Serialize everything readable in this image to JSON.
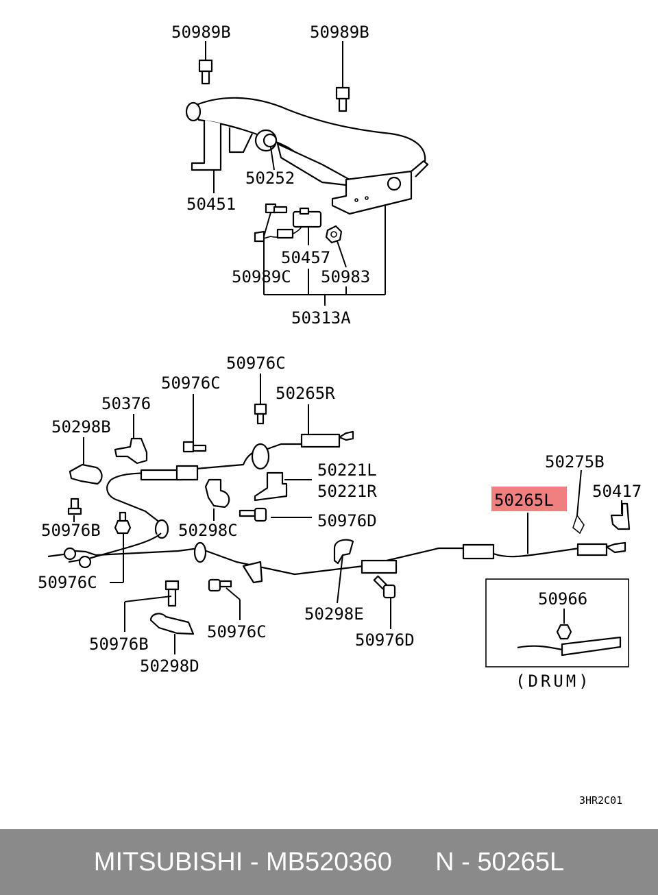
{
  "labels": {
    "l_50989b_1": "50989B",
    "l_50989b_2": "50989B",
    "l_50252": "50252",
    "l_50451": "50451",
    "l_50457": "50457",
    "l_50989c": "50989C",
    "l_50983": "50983",
    "l_50313a": "50313A",
    "l_50976c_1": "50976C",
    "l_50976c_2": "50976C",
    "l_50376": "50376",
    "l_50265r": "50265R",
    "l_50298b": "50298B",
    "l_50221l": "50221L",
    "l_50221r": "50221R",
    "l_50275b": "50275B",
    "l_50417": "50417",
    "l_50265l": "50265L",
    "l_50976b_1": "50976B",
    "l_50298c": "50298C",
    "l_50976d_1": "50976D",
    "l_50976c_3": "50976C",
    "l_50966": "50966",
    "l_50298e": "50298E",
    "l_50976d_2": "50976D",
    "l_50976b_2": "50976B",
    "l_50976c_4": "50976C",
    "l_50298d": "50298D",
    "l_drum": "(DRUM)",
    "l_code": "3HR2C01"
  },
  "highlight_color": "#f08080",
  "footer": {
    "text": "MITSUBISHI - MB520360      N - 50265L"
  }
}
